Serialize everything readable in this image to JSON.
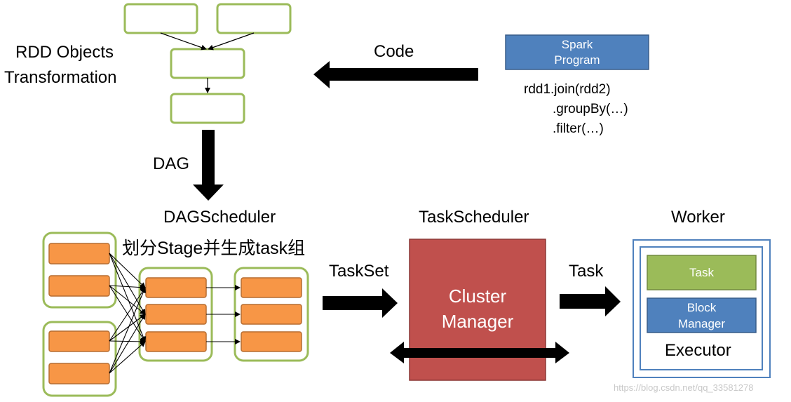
{
  "labels": {
    "rdd_objects_line1": "RDD Objects",
    "rdd_objects_line2": "Transformation",
    "code": "Code",
    "dag": "DAG",
    "dag_scheduler": "DAGScheduler",
    "dag_scheduler_sub": "划分Stage并生成task组",
    "task_scheduler": "TaskScheduler",
    "taskset": "TaskSet",
    "task_arrow": "Task",
    "worker": "Worker",
    "executor": "Executor"
  },
  "spark_program": {
    "line1": "Spark",
    "line2": "Program"
  },
  "code_lines": [
    "rdd1.join(rdd2)",
    ".groupBy(…)",
    ".filter(…)"
  ],
  "cluster_manager": {
    "line1": "Cluster",
    "line2": "Manager"
  },
  "worker_task": "Task",
  "block_manager": {
    "line1": "Block",
    "line2": "Manager"
  },
  "watermark": "https://blog.csdn.net/qq_33581278",
  "colors": {
    "green_border": "#9bbb59",
    "orange": "#f79646",
    "blue": "#4f81bd",
    "red": "#c0504d",
    "green_fill": "#9bbb59"
  }
}
